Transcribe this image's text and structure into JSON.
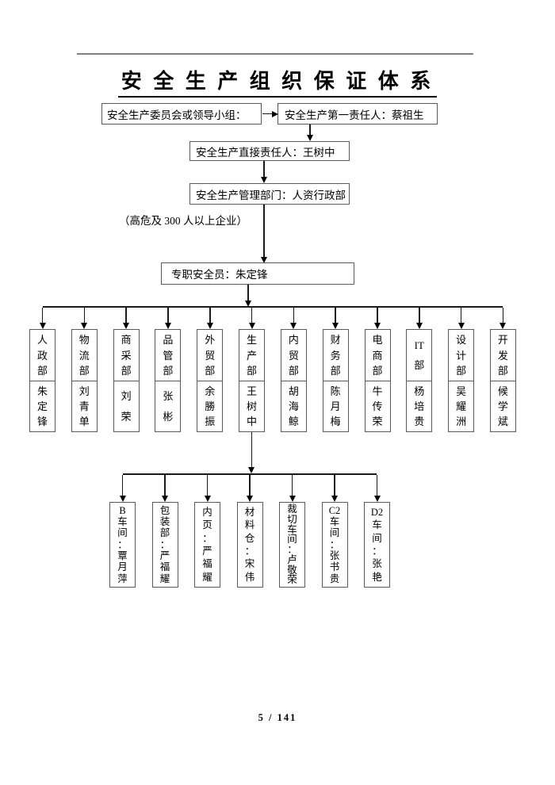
{
  "page": {
    "title": "安 全 生 产 组 织 保 证 体 系",
    "footer_page_number": "5 / 141"
  },
  "chart": {
    "committee_box": "安全生产委员会或领导小组：",
    "first_responsible_box": "安全生产第一责任人：蔡祖生",
    "direct_responsible_box": "安全生产直接责任人：王树中",
    "management_dept_box": "安全生产管理部门：人资行政部",
    "note": "（高危及 300 人以上企业）",
    "safety_officer_box": "专职安全员：朱定锋",
    "departments": [
      {
        "dept": [
          "人",
          "政",
          "部"
        ],
        "person": [
          "朱",
          "定",
          "锋"
        ]
      },
      {
        "dept": [
          "物",
          "流",
          "部"
        ],
        "person": [
          "刘",
          "青",
          "单"
        ]
      },
      {
        "dept": [
          "商",
          "采",
          "部"
        ],
        "person": [
          "刘",
          "荣"
        ]
      },
      {
        "dept": [
          "品",
          "管",
          "部"
        ],
        "person": [
          "张",
          "彬"
        ]
      },
      {
        "dept": [
          "外",
          "贸",
          "部"
        ],
        "person": [
          "余",
          "勝",
          "振"
        ]
      },
      {
        "dept": [
          "生",
          "产",
          "部"
        ],
        "person": [
          "王",
          "树",
          "中"
        ]
      },
      {
        "dept": [
          "内",
          "贸",
          "部"
        ],
        "person": [
          "胡",
          "海",
          "鲸"
        ]
      },
      {
        "dept": [
          "财",
          "务",
          "部"
        ],
        "person": [
          "陈",
          "月",
          "梅"
        ]
      },
      {
        "dept": [
          "电",
          "商",
          "部"
        ],
        "person": [
          "牛",
          "传",
          "荣"
        ]
      },
      {
        "dept": [
          "IT",
          "部"
        ],
        "person": [
          "杨",
          "培",
          "贵"
        ]
      },
      {
        "dept": [
          "设",
          "计",
          "部"
        ],
        "person": [
          "吴",
          "耀",
          "洲"
        ]
      },
      {
        "dept": [
          "开",
          "发",
          "部"
        ],
        "person": [
          "候",
          "学",
          "斌"
        ]
      }
    ],
    "workshops": [
      [
        "B",
        "车",
        "间",
        "：",
        "覃",
        "月",
        "萍"
      ],
      [
        "包",
        "装",
        "部",
        "：",
        "严",
        "福",
        "耀"
      ],
      [
        "内",
        "页",
        "：",
        "严",
        "福",
        "耀"
      ],
      [
        "材",
        "料",
        "仓",
        "：",
        "宋",
        "伟"
      ],
      [
        "裁",
        "切",
        "车",
        "间",
        "：",
        "卢",
        "敬",
        "荣"
      ],
      [
        "C2",
        "车",
        "间",
        "：",
        "张",
        "书",
        "贵"
      ],
      [
        "D2",
        "车",
        "间",
        "：",
        "张",
        "艳"
      ]
    ]
  },
  "colors": {
    "line": "#1a1a1a",
    "box_border": "#5a5a5a",
    "text": "#000000",
    "page_background": "#ffffff"
  }
}
